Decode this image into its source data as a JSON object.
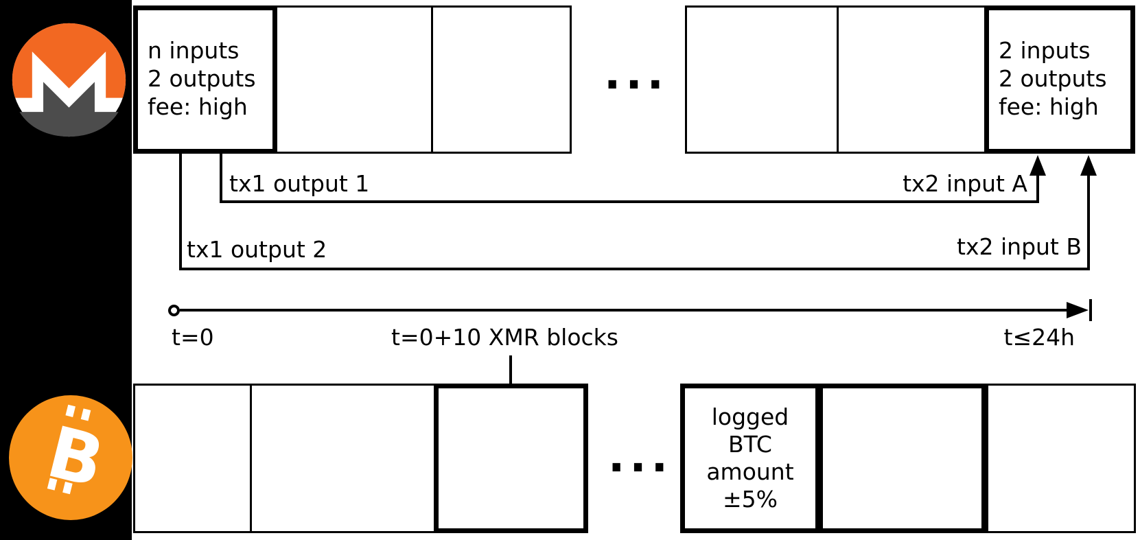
{
  "branding": {
    "monero_logo": "monero",
    "bitcoin_logo": "bitcoin",
    "monero_orange": "#f26822",
    "monero_gray": "#4c4c4c",
    "bitcoin_orange": "#f7931a",
    "bitcoin_symbol": "B"
  },
  "xmr_chain": {
    "tx1_block": {
      "lines": [
        "n inputs",
        "2 outputs",
        "fee: high"
      ]
    },
    "ellipsis": "...",
    "tx2_block": {
      "lines": [
        "2 inputs",
        "2 outputs",
        "fee: high"
      ]
    }
  },
  "edges": {
    "tx1_output_1": "tx1 output 1",
    "tx1_output_2": "tx1 output 2",
    "tx2_input_a": "tx2 input A",
    "tx2_input_b": "tx2 input B"
  },
  "timeline": {
    "t0": "t=0",
    "t10": "t=0+10 XMR blocks",
    "t24": "t≤24h"
  },
  "btc_chain": {
    "ellipsis": "...",
    "logged_block": {
      "lines": [
        "logged",
        "BTC",
        "amount",
        "±5%"
      ]
    }
  }
}
